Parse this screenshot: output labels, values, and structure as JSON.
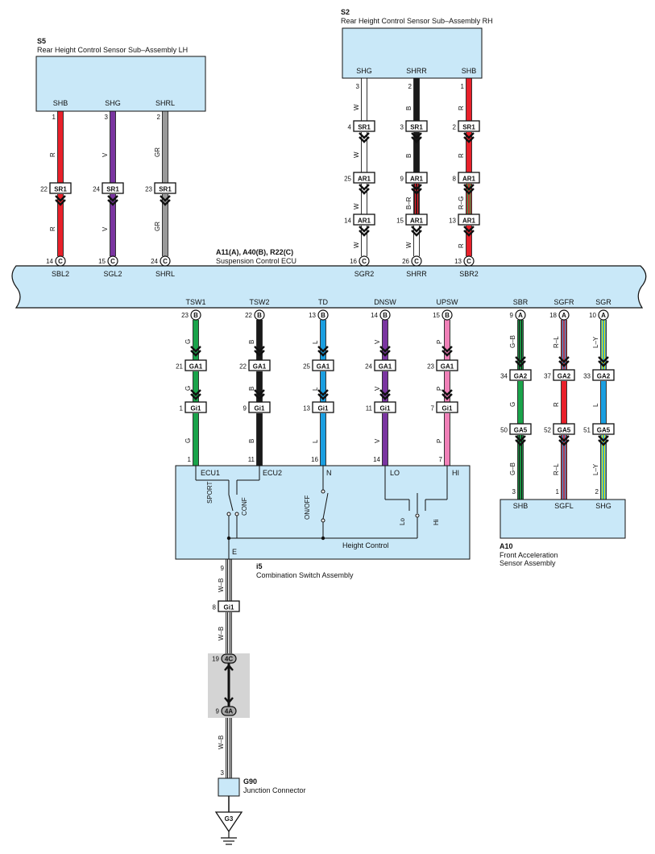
{
  "colors": {
    "box_fill": "#c9e8f8",
    "red": "#e8202a",
    "violet": "#7a35a0",
    "gray": "#9a9a9a",
    "white": "#ffffff",
    "black": "#1a1a1a",
    "green": "#1aa34a",
    "blue": "#1a9ee0",
    "pink": "#f080b8",
    "yellow": "#f2e600",
    "shade": "#d4d4d4"
  },
  "s5": {
    "id": "S5",
    "name": "Rear Height Control Sensor Sub–Assembly LH",
    "pins": [
      "SHB",
      "SHG",
      "SHRL"
    ],
    "pin_numbers": [
      "1",
      "3",
      "2"
    ],
    "wire_colors": [
      "R",
      "V",
      "GR"
    ],
    "sr1_numbers": [
      "22",
      "24",
      "23"
    ],
    "connector": "SR1"
  },
  "s2": {
    "id": "S2",
    "name": "Rear Height Control Sensor Sub–Assembly RH",
    "pins": [
      "SHG",
      "SHRR",
      "SHB"
    ],
    "pin_numbers": [
      "3",
      "2",
      "1"
    ],
    "wire_colors_top": [
      "W",
      "B",
      "R"
    ],
    "sr1_numbers": [
      "4",
      "3",
      "2"
    ],
    "sr1_wire_colors": [
      "W",
      "B",
      "R"
    ],
    "ar1_top_numbers": [
      "25",
      "9",
      "8"
    ],
    "ar1_mid_wire_colors": [
      "W",
      "B–R",
      "R–G"
    ],
    "ar1_bottom_numbers": [
      "14",
      "15",
      "13"
    ],
    "bottom_wire_colors": [
      "W",
      "W",
      "R"
    ],
    "connectors": [
      "SR1",
      "AR1"
    ]
  },
  "ecu": {
    "title": "A11(A), A40(B), R22(C)",
    "name": "Suspension Control ECU",
    "top_pins": [
      {
        "num": "14",
        "conn": "C",
        "label": "SBL2"
      },
      {
        "num": "15",
        "conn": "C",
        "label": "SGL2"
      },
      {
        "num": "24",
        "conn": "C",
        "label": "SHRL"
      },
      {
        "num": "16",
        "conn": "C",
        "label": "SGR2"
      },
      {
        "num": "26",
        "conn": "C",
        "label": "SHRR"
      },
      {
        "num": "13",
        "conn": "C",
        "label": "SBR2"
      }
    ],
    "bottom_pins": [
      {
        "num": "23",
        "conn": "B",
        "label": "TSW1"
      },
      {
        "num": "22",
        "conn": "B",
        "label": "TSW2"
      },
      {
        "num": "13",
        "conn": "B",
        "label": "TD"
      },
      {
        "num": "14",
        "conn": "B",
        "label": "DNSW"
      },
      {
        "num": "15",
        "conn": "B",
        "label": "UPSW"
      },
      {
        "num": "9",
        "conn": "A",
        "label": "SBR"
      },
      {
        "num": "18",
        "conn": "A",
        "label": "SGFR"
      },
      {
        "num": "10",
        "conn": "A",
        "label": "SGR"
      }
    ]
  },
  "switch_wires": {
    "colors": [
      "G",
      "B",
      "L",
      "V",
      "P"
    ],
    "ga1_numbers": [
      "21",
      "22",
      "25",
      "24",
      "23"
    ],
    "gi1_numbers": [
      "1",
      "9",
      "13",
      "11",
      "7"
    ],
    "end_numbers": [
      "1",
      "11",
      "16",
      "14",
      "7"
    ],
    "ga1": "GA1",
    "gi1": "Gi1"
  },
  "accel_wires": {
    "colors_top": [
      "G–B",
      "R–L",
      "L–Y"
    ],
    "ga2_numbers": [
      "34",
      "37",
      "33"
    ],
    "colors_mid": [
      "G",
      "R",
      "L"
    ],
    "ga5_numbers": [
      "50",
      "52",
      "51"
    ],
    "colors_bottom": [
      "G–B",
      "R–L",
      "L–Y"
    ],
    "end_numbers": [
      "3",
      "1",
      "2"
    ],
    "ga2": "GA2",
    "ga5": "GA5"
  },
  "i5": {
    "id": "i5",
    "name": "Combination Switch Assembly",
    "terminals": [
      "ECU1",
      "ECU2",
      "N",
      "LO",
      "HI"
    ],
    "switch_labels": [
      "SPORT",
      "CONF",
      "ON/OFF",
      "Lo",
      "Hi"
    ],
    "height_control": "Height Control",
    "e_label": "E"
  },
  "a10": {
    "id": "A10",
    "name_line1": "Front Acceleration",
    "name_line2": "Sensor Assembly",
    "pins": [
      "SHB",
      "SGFL",
      "SHG"
    ]
  },
  "ground_path": {
    "i5_pin": "9",
    "wire_color": "W–B",
    "gi1_number": "8",
    "gi1": "Gi1",
    "wire_color2": "W–B",
    "junction_top_num": "19",
    "junction_top": "4C",
    "junction_bottom_num": "9",
    "junction_bottom": "4A",
    "wire_color3": "W–B",
    "g90_pin": "3",
    "g90_id": "G90",
    "g90_name": "Junction Connector",
    "ground": "G3"
  }
}
